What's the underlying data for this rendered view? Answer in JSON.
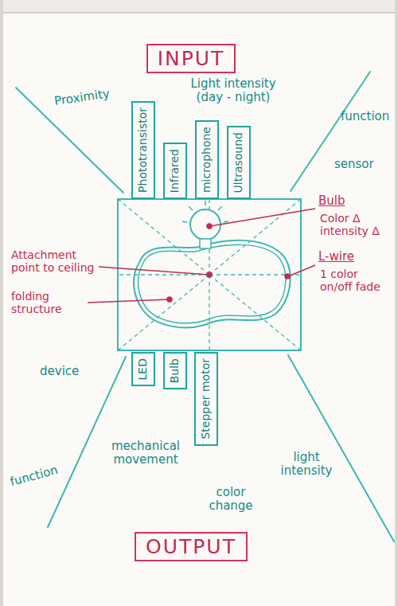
{
  "diagram": {
    "nodes": [
      {
        "text": [
          "INPUT"
        ]
      },
      {
        "text": [
          "Phototransistor"
        ]
      },
      {
        "text": [
          "Infrared"
        ]
      },
      {
        "text": [
          "microphone"
        ]
      },
      {
        "text": [
          "Ultrasound"
        ]
      },
      {
        "text": [
          "LED"
        ]
      },
      {
        "text": [
          "Bulb"
        ]
      },
      {
        "text": [
          "Stepper motor"
        ]
      },
      {
        "text": [
          "OUTPUT"
        ]
      }
    ],
    "labels": [
      "Proximity",
      "Light intensity (day - night)",
      "function",
      "sensor",
      "Bulb",
      "Color Δ intensity Δ",
      "L-wire",
      "1 color on/off fade",
      "Attachment point to ceiling",
      "folding structure",
      "device",
      "function",
      "mechanical movement",
      "color change",
      "light intensity"
    ]
  }
}
